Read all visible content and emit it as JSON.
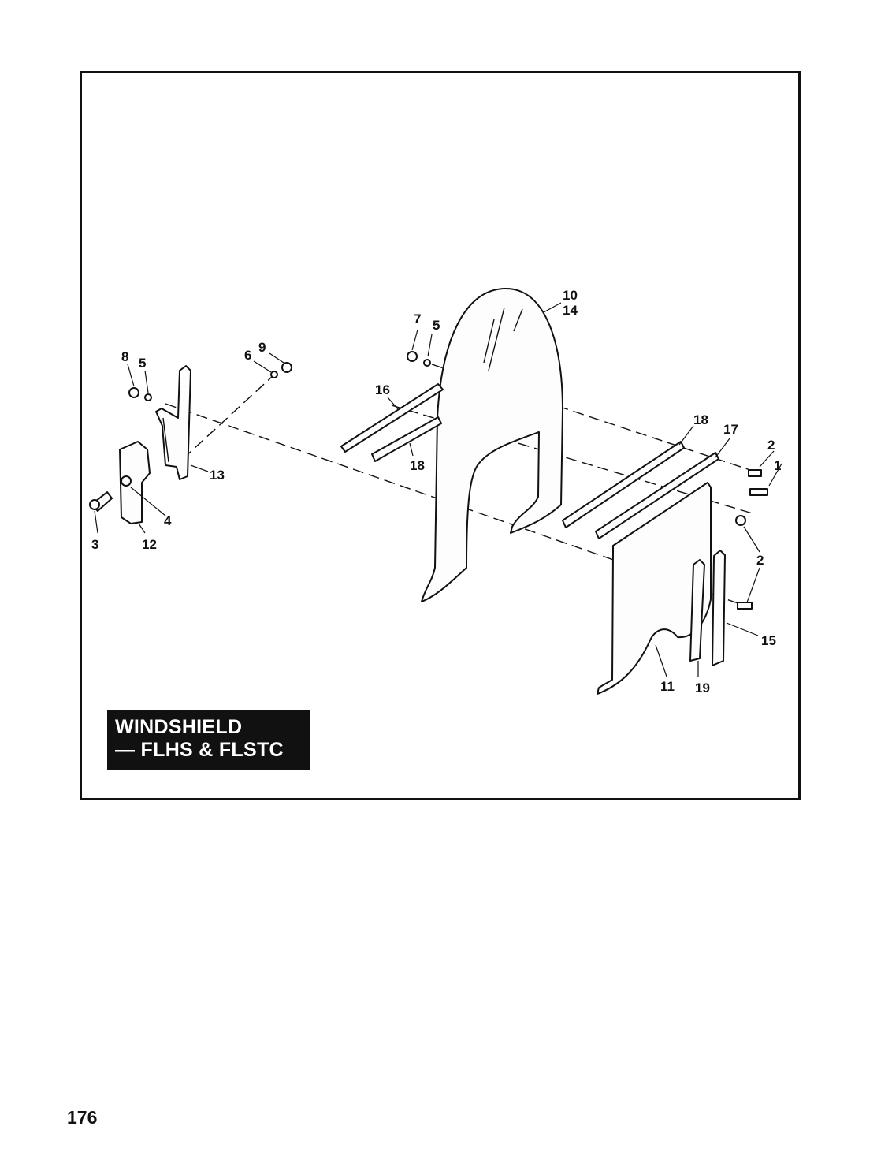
{
  "title_box": {
    "line1": "WINDSHIELD",
    "line2": "— FLHS & FLSTC"
  },
  "page_number": "176",
  "callouts": [
    {
      "id": "c1",
      "label": "1"
    },
    {
      "id": "c2a",
      "label": "2"
    },
    {
      "id": "c2b",
      "label": "2"
    },
    {
      "id": "c3",
      "label": "3"
    },
    {
      "id": "c4",
      "label": "4"
    },
    {
      "id": "c5a",
      "label": "5"
    },
    {
      "id": "c5b",
      "label": "5"
    },
    {
      "id": "c6",
      "label": "6"
    },
    {
      "id": "c7",
      "label": "7"
    },
    {
      "id": "c8",
      "label": "8"
    },
    {
      "id": "c9",
      "label": "9"
    },
    {
      "id": "c10",
      "label": "10"
    },
    {
      "id": "c11",
      "label": "11"
    },
    {
      "id": "c12",
      "label": "12"
    },
    {
      "id": "c13",
      "label": "13"
    },
    {
      "id": "c14",
      "label": "14"
    },
    {
      "id": "c15",
      "label": "15"
    },
    {
      "id": "c16",
      "label": "16"
    },
    {
      "id": "c17",
      "label": "17"
    },
    {
      "id": "c18a",
      "label": "18"
    },
    {
      "id": "c18b",
      "label": "18"
    },
    {
      "id": "c19",
      "label": "19"
    }
  ]
}
